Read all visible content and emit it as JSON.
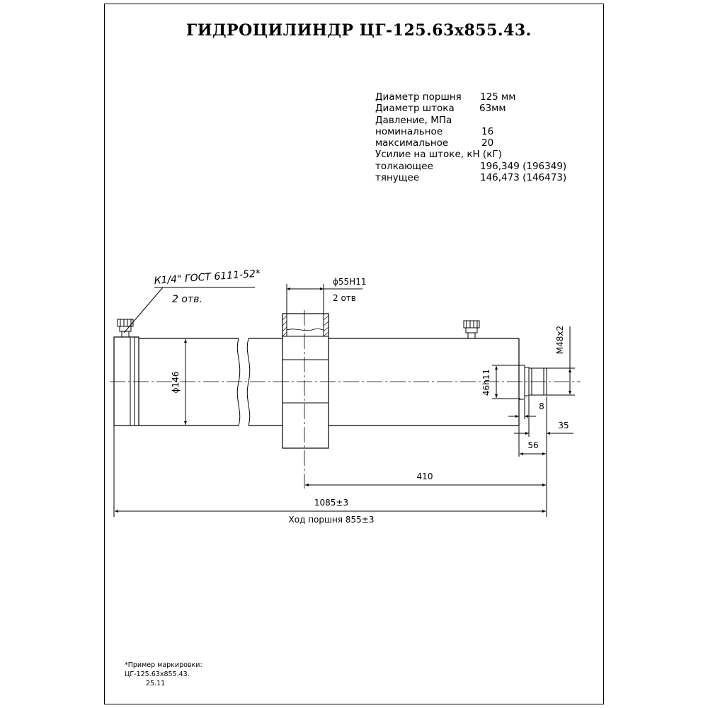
{
  "title": "ГИДРОЦИЛИНДР ЦГ-125.63х855.43.",
  "specs": [
    {
      "label": "Диаметр поршня",
      "value": "125 мм",
      "vx": 148
    },
    {
      "label": "Диаметр штока",
      "value": "63мм",
      "vx": 147
    },
    {
      "label": "Давление, МПа",
      "value": ""
    },
    {
      "label": "номинальное",
      "value": "16",
      "vx": 150
    },
    {
      "label": "максимальное",
      "value": "20",
      "vx": 150
    },
    {
      "label": "Усилие на штоке, кН (кГ)",
      "value": ""
    },
    {
      "label": "толкающее",
      "value": "196,349 (196349)",
      "vx": 148
    },
    {
      "label": "тянущее",
      "value": "146,473 (146473)",
      "vx": 148
    }
  ],
  "port_note": {
    "thread": "К1/4\" ГОСТ 6111-52*",
    "qty": "2 отв."
  },
  "bore_note": {
    "dim": "ϕ55Н11",
    "qty": "2 отв"
  },
  "dims": {
    "body_diameter": "ϕ146",
    "rod_diameter": "46h11",
    "thread": "М48х2",
    "d8": "8",
    "d35": "35",
    "d56": "56",
    "d410": "410",
    "total_length": "1085±3",
    "stroke": "Ход поршня 855±3"
  },
  "marking": {
    "heading": "*Пример маркировки:",
    "code": "ЦГ-125.63х855.43.",
    "date": "25.11"
  }
}
